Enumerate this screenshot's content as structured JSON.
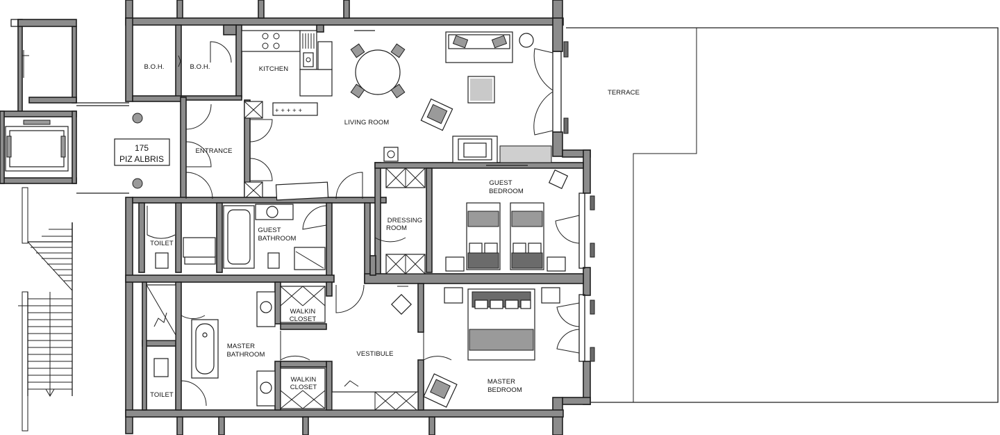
{
  "plan": {
    "unit_number": "175",
    "unit_name": "PIZ ALBRIS",
    "rooms": {
      "boh_1": "B.O.H.",
      "boh_2": "B.O.H.",
      "kitchen": "KITCHEN",
      "living_room": "LIVING ROOM",
      "terrace": "TERRACE",
      "entrance": "ENTRANCE",
      "guest_bedroom_1": "GUEST",
      "guest_bedroom_2": "BEDROOM",
      "dressing_room_1": "DRESSING",
      "dressing_room_2": "ROOM",
      "toilet_1": "TOILET",
      "guest_bathroom_1": "GUEST",
      "guest_bathroom_2": "BATHROOM",
      "walkin_closet_a1": "WALKIN",
      "walkin_closet_a2": "CLOSET",
      "master_bathroom_1": "MASTER",
      "master_bathroom_2": "BATHROOM",
      "vestibule": "VESTIBULE",
      "walkin_closet_b1": "WALKIN",
      "walkin_closet_b2": "CLOSET",
      "master_bedroom_1": "MASTER",
      "master_bedroom_2": "BEDROOM",
      "toilet_2": "TOILET"
    }
  }
}
